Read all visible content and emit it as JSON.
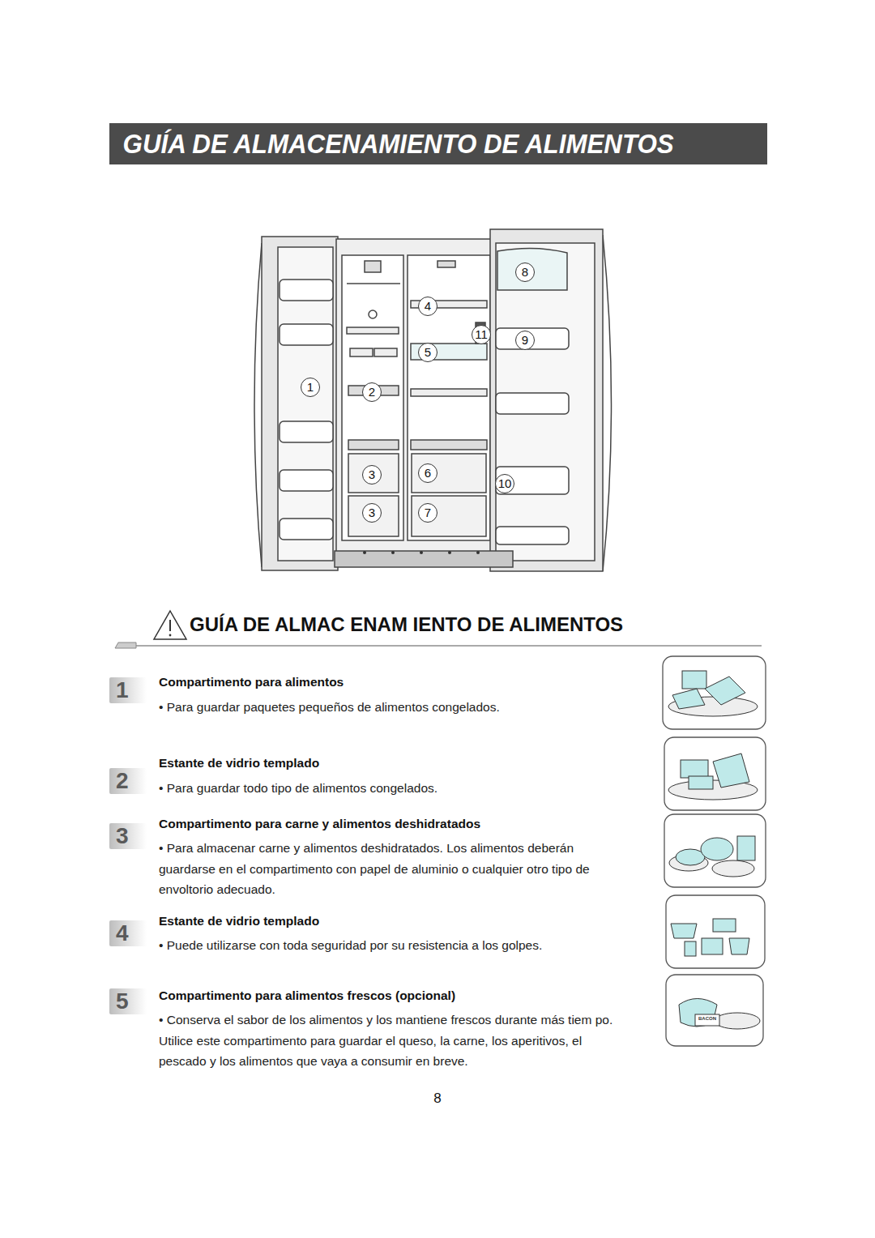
{
  "diagram": {
    "title": "GUÍA DE ALMACENAMIENTO DE ALIMENTOS",
    "nodes": [
      {
        "text": [
          "1"
        ]
      },
      {
        "text": [
          "2"
        ]
      },
      {
        "text": [
          "3"
        ]
      },
      {
        "text": [
          "4"
        ]
      },
      {
        "text": [
          "5"
        ]
      }
    ],
    "labels": [
      "GUÍA DE ALMAC ENAM IENTO DE ALIMENTOS",
      "Compartimento para alimentos",
      "• Para guardar paquetes pequeños de alimentos congelados.",
      "Estante de vidrio templado",
      "• Para guardar todo tipo de alimentos congelados.",
      "Compartimento para carne y alimentos deshidratados",
      "• Para almacenar carne y alimentos deshidratados. Los alimentos deberán guardarse en el compartimento con papel de aluminio o cualquier otro tipo de envoltorio adecuado.",
      "Estante de vidrio templado",
      "• Puede utilizarse con toda seguridad por su resistencia a los golpes.",
      "Compartimento para alimentos frescos (opcional)",
      "• Conserva el sabor de los alimentos y los mantiene frescos durante más tiem po. Utilice este compartimento para guardar el queso, la carne, los aperitivos, el pescado y los alimentos que vaya a consumir en breve.",
      "8",
      "4",
      "11",
      "9",
      "5",
      "1",
      "2",
      "3",
      "6",
      "10",
      "3",
      "7",
      "BACON",
      "8"
    ]
  }
}
